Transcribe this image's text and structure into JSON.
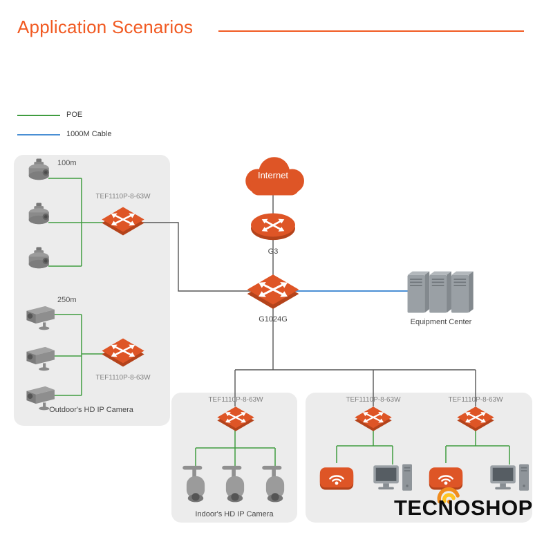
{
  "title": "Application Scenarios",
  "legend": {
    "poe": "POE",
    "cable": "1000M Cable"
  },
  "labels": {
    "switch_model": "TEF1110P-8-63W",
    "internet": "Internet",
    "router": "G3",
    "core_switch": "G1024G",
    "equipment_center": "Equipment Center",
    "outdoor_caption": "Outdoor's HD IP Camera",
    "indoor_caption": "Indoor's HD IP Camera",
    "distance_top": "100m",
    "distance_bottom": "250m"
  },
  "colors": {
    "accent_orange": "#de5526",
    "title_orange": "#f15a22",
    "poe_green": "#3f9c3f",
    "cable_blue": "#4a8fd4",
    "panel_gray": "#ececec",
    "wire_gray": "#565656"
  },
  "watermark": "TECNOSHOP"
}
